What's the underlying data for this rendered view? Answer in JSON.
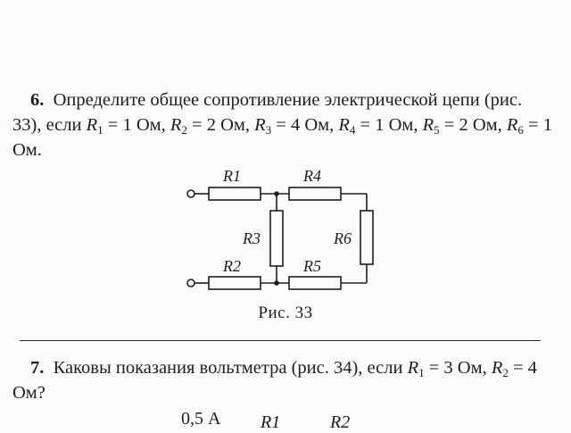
{
  "problem6": {
    "number": "6.",
    "text_a": "Определите общее сопротивление электрической цепи (рис. 33), если ",
    "r1_sym": "R",
    "r1_sub": "1",
    "r1_val": " = 1 Ом, ",
    "r2_sym": "R",
    "r2_sub": "2",
    "r2_val": " = 2 Ом, ",
    "r3_sym": "R",
    "r3_sub": "3",
    "r3_val": " = 4 Ом, ",
    "r4_sym": "R",
    "r4_sub": "4",
    "r4_val": " = 1 Ом, ",
    "r5_sym": "R",
    "r5_sub": "5",
    "r5_val": " = 2 Ом, ",
    "r6_sym": "R",
    "r6_sub": "6",
    "r6_val": " = 1 Ом."
  },
  "figure33": {
    "labels": {
      "r1": "R1",
      "r2": "R2",
      "r3": "R3",
      "r4": "R4",
      "r5": "R5",
      "r6": "R6"
    },
    "caption": "Рис. 33"
  },
  "problem7": {
    "number": "7.",
    "text_a": "Каковы показания вольтметра (рис. 34), если ",
    "r1_sym": "R",
    "r1_sub": "1",
    "r1_val": " = 3 Ом, ",
    "r2_sym": "R",
    "r2_sub": "2",
    "r2_val": " = 4 Ом?"
  },
  "figure34_fragment": {
    "current": "0,5 А",
    "r1": "R1",
    "r2": "R2"
  }
}
